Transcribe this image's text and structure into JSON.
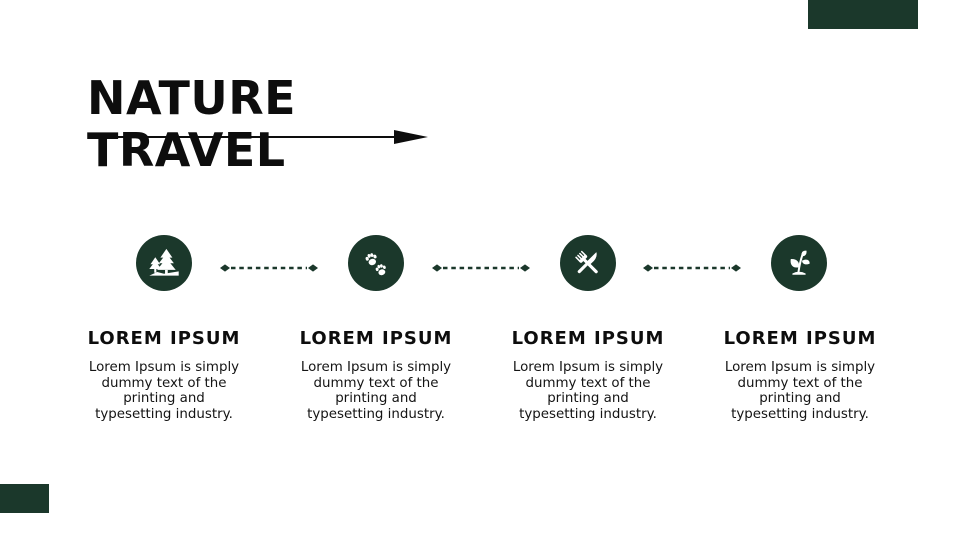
{
  "slide": {
    "title": {
      "line1": "NATURE",
      "line2": "TRAVEL"
    },
    "colors": {
      "accent_dark_green": "#1b382b",
      "title_text": "#0d0d0d",
      "body_text": "#141414",
      "icon_foreground": "#ffffff",
      "background": "#ffffff"
    },
    "steps": [
      {
        "icon": "forest-trees-icon",
        "heading": "LOREM IPSUM",
        "body_lines": [
          "Lorem Ipsum is simply",
          "dummy text of the",
          "printing and",
          "typesetting industry."
        ]
      },
      {
        "icon": "paw-prints-icon",
        "heading": "LOREM IPSUM",
        "body_lines": [
          "Lorem Ipsum is simply",
          "dummy text of the",
          "printing and",
          "typesetting industry."
        ]
      },
      {
        "icon": "fork-knife-icon",
        "heading": "LOREM IPSUM",
        "body_lines": [
          "Lorem Ipsum is simply",
          "dummy text of the",
          "printing and",
          "typesetting industry."
        ]
      },
      {
        "icon": "seedling-icon",
        "heading": "LOREM IPSUM",
        "body_lines": [
          "Lorem Ipsum is simply",
          "dummy text of the",
          "printing and",
          "typesetting industry."
        ]
      }
    ]
  }
}
